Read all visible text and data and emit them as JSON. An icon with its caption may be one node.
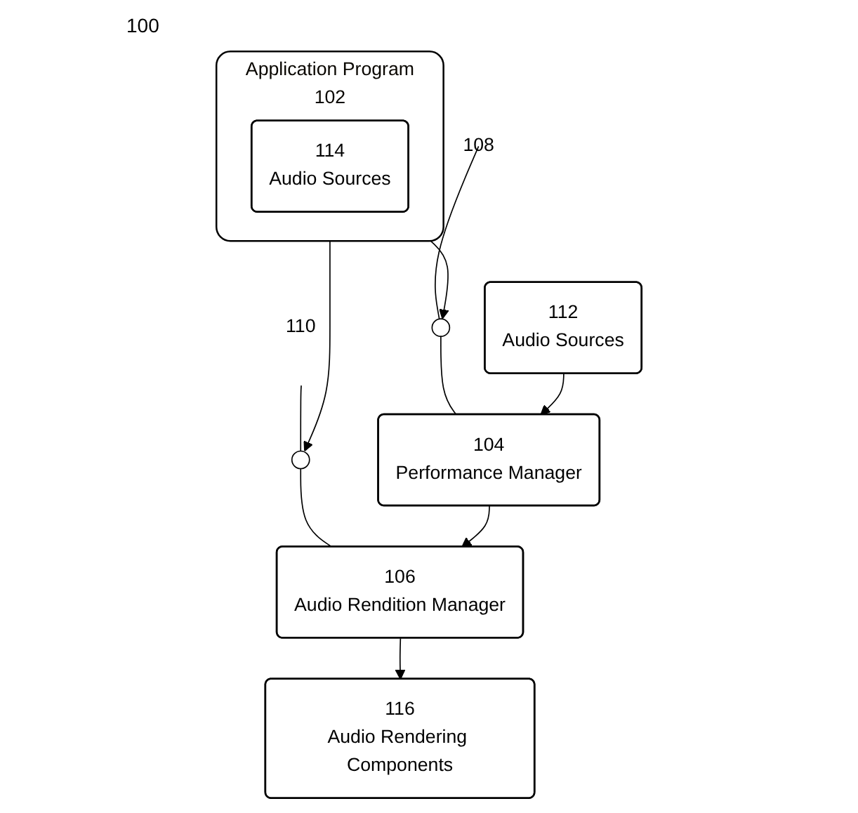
{
  "diagram": {
    "nodes": [
      {
        "text": [
          "Application Program",
          "102"
        ]
      },
      {
        "text": [
          "114",
          "Audio Sources"
        ],
        "in": 0
      },
      {
        "text": [
          "108"
        ]
      },
      {
        "text": [],
        "shape": "circle"
      },
      {
        "text": [
          "110"
        ]
      },
      {
        "text": [],
        "shape": "circle"
      },
      {
        "text": [
          "112",
          "Audio Sources"
        ]
      },
      {
        "text": [
          "104",
          "Performance Manager"
        ]
      },
      {
        "text": [
          "106",
          "Audio Rendition Manager"
        ]
      },
      {
        "text": [
          "116",
          "Audio Rendering Components"
        ]
      }
    ],
    "edges": [
      {
        "from": 0,
        "to": 3,
        "arrow": "to"
      },
      {
        "from": 3,
        "to": 7,
        "arrow": "none"
      },
      {
        "from": 2,
        "to": 3,
        "arrow": "none"
      },
      {
        "from": 4,
        "to": 5,
        "arrow": "none"
      },
      {
        "from": 0,
        "to": 5,
        "arrow": "to"
      },
      {
        "from": 5,
        "to": 8,
        "arrow": "none"
      },
      {
        "from": 6,
        "to": 7,
        "arrow": "to"
      },
      {
        "from": 7,
        "to": 8,
        "arrow": "to"
      },
      {
        "from": 8,
        "to": 9,
        "arrow": "to"
      }
    ],
    "labels": [
      "100"
    ]
  }
}
